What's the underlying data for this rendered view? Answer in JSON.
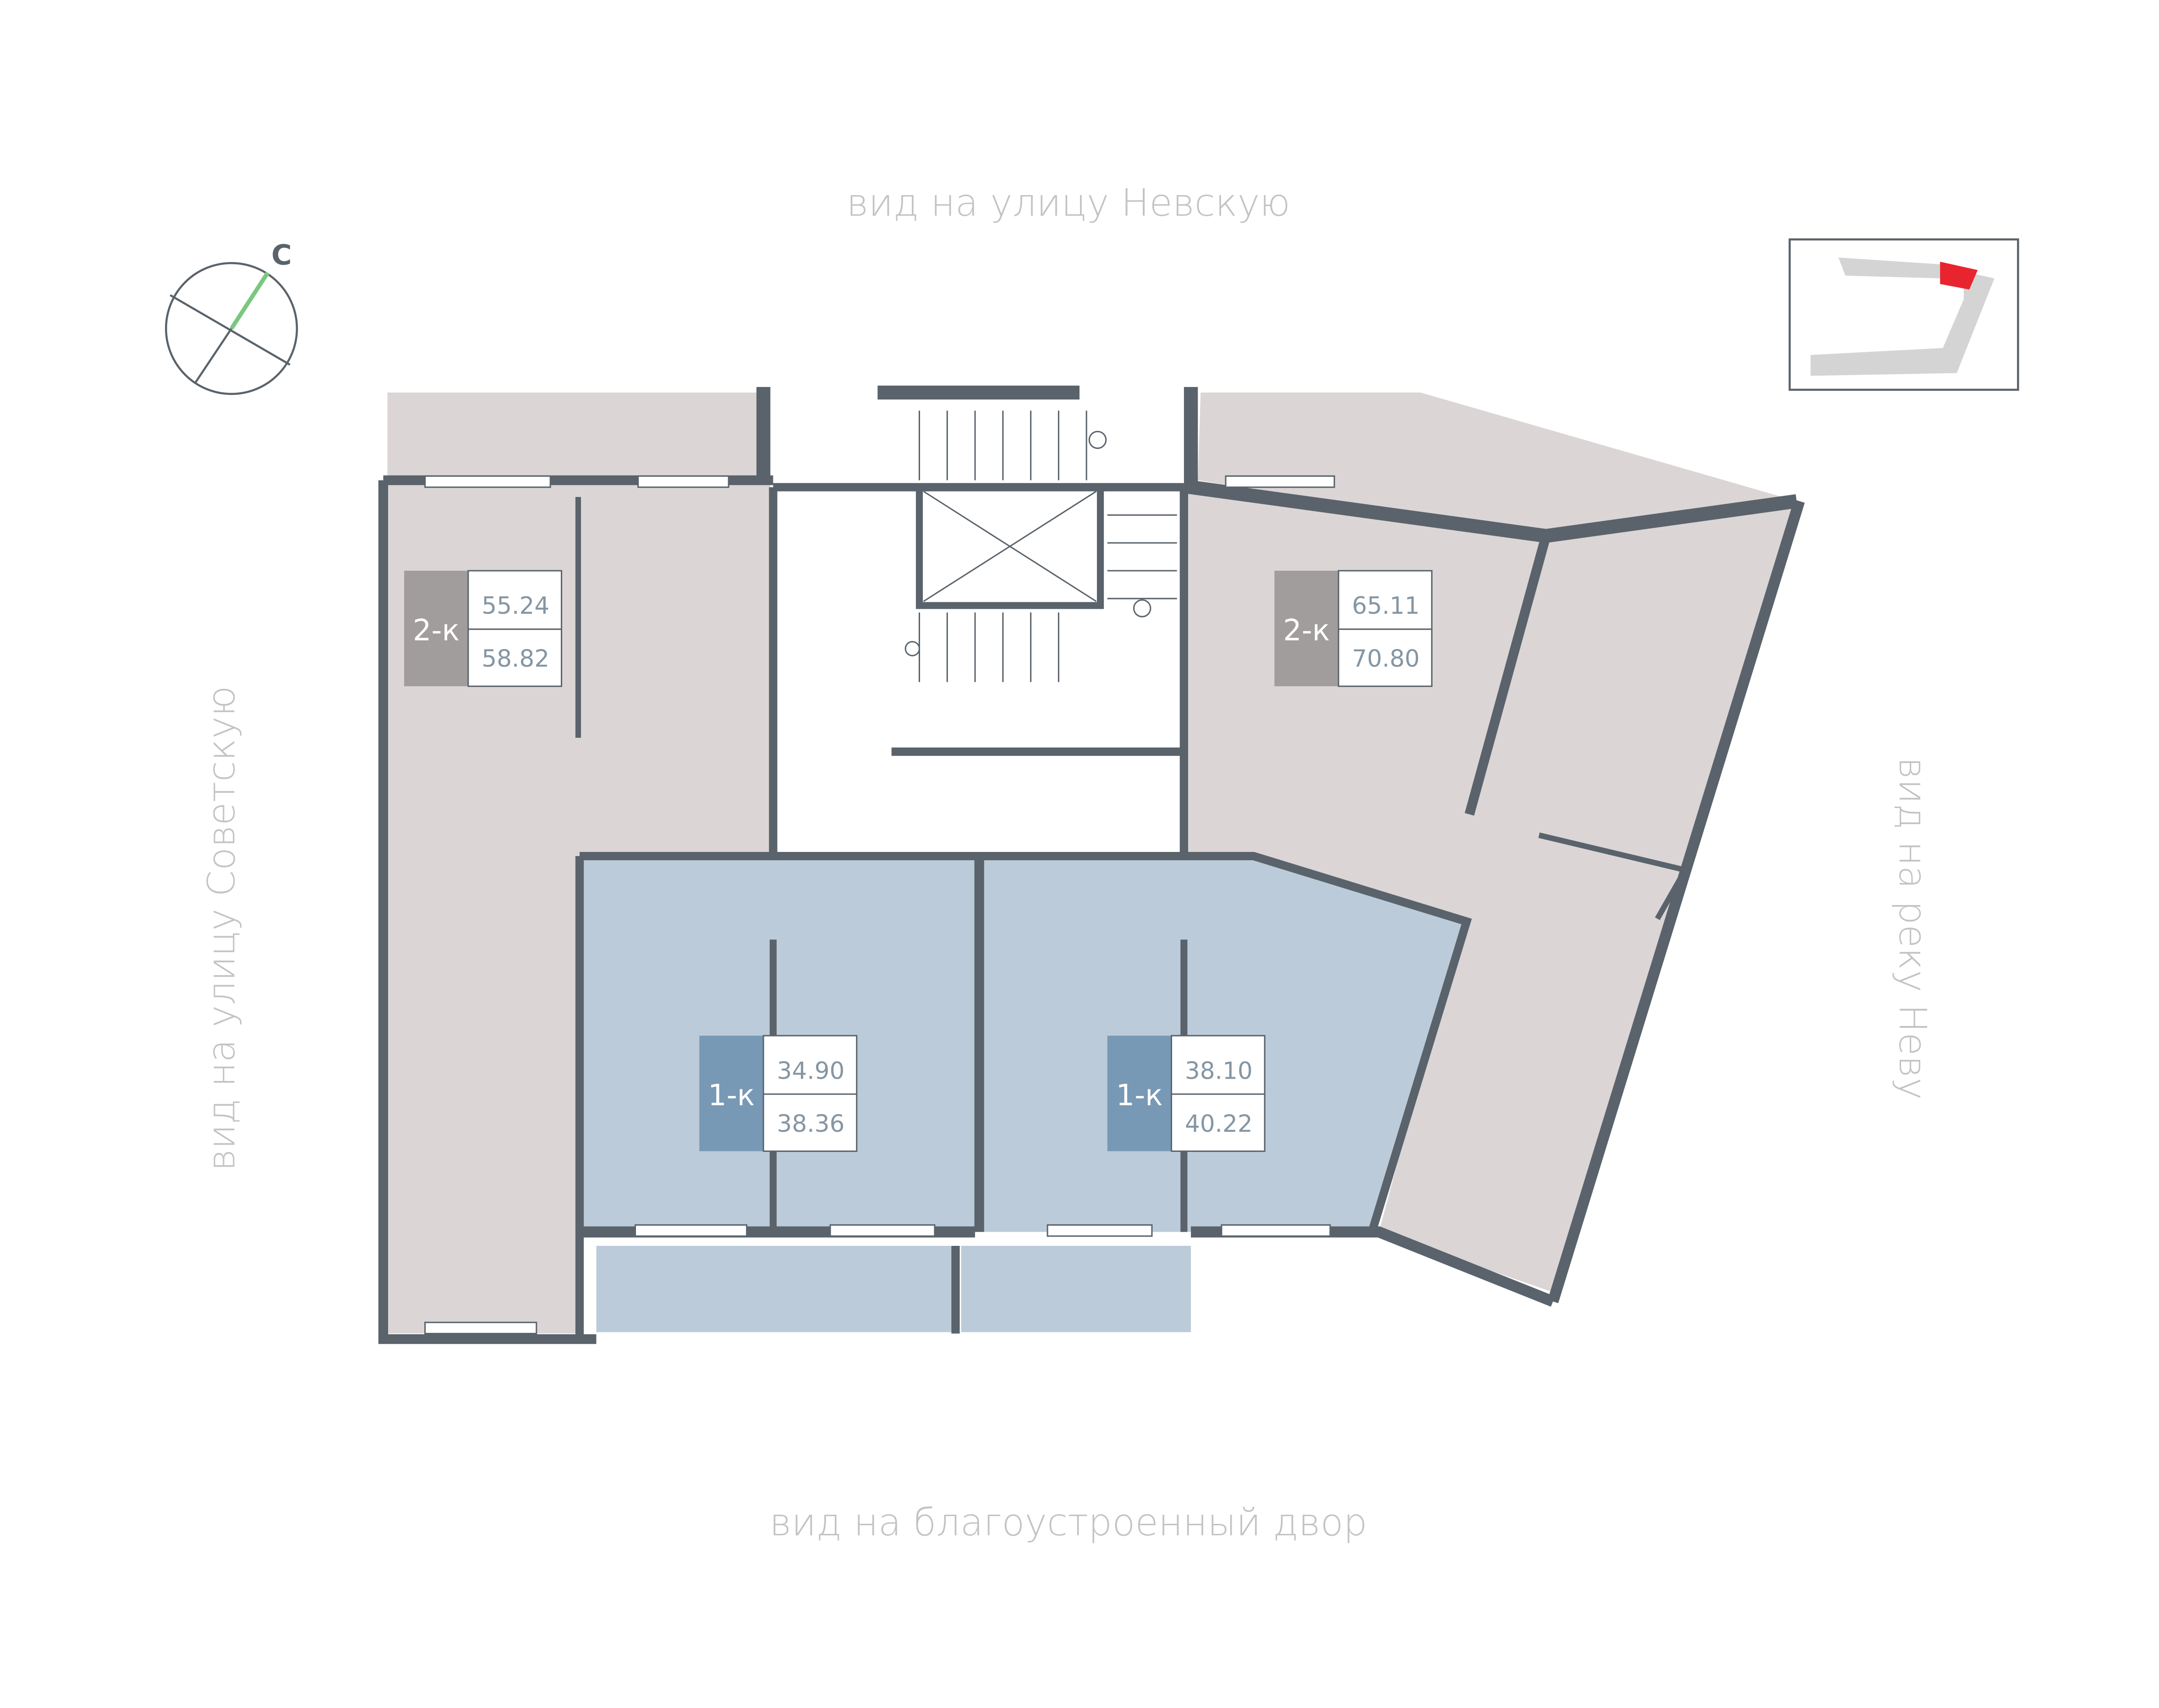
{
  "views": {
    "top": "вид на улицу Невскую",
    "left": "вид на улицу Советскую",
    "right": "вид на реку Неву",
    "bottom": "вид на благоустроенный двор"
  },
  "compass": {
    "north_label": "С"
  },
  "apartments": [
    {
      "rooms": "2-к",
      "living_area": "55.24",
      "total_area": "58.82",
      "type": "grey"
    },
    {
      "rooms": "2-к",
      "living_area": "65.11",
      "total_area": "70.80",
      "type": "grey"
    },
    {
      "rooms": "1-к",
      "living_area": "34.90",
      "total_area": "38.36",
      "type": "blue"
    },
    {
      "rooms": "1-к",
      "living_area": "38.10",
      "total_area": "40.22",
      "type": "blue"
    }
  ],
  "colors": {
    "wall": "#5a636b",
    "grey_apartment": "#dbd5d5",
    "blue_apartment": "#bccbd9",
    "grey_badge": "#a19d9d",
    "blue_badge": "#7899b5",
    "highlight": "#e8242f",
    "compass_north": "#7bc77f"
  }
}
